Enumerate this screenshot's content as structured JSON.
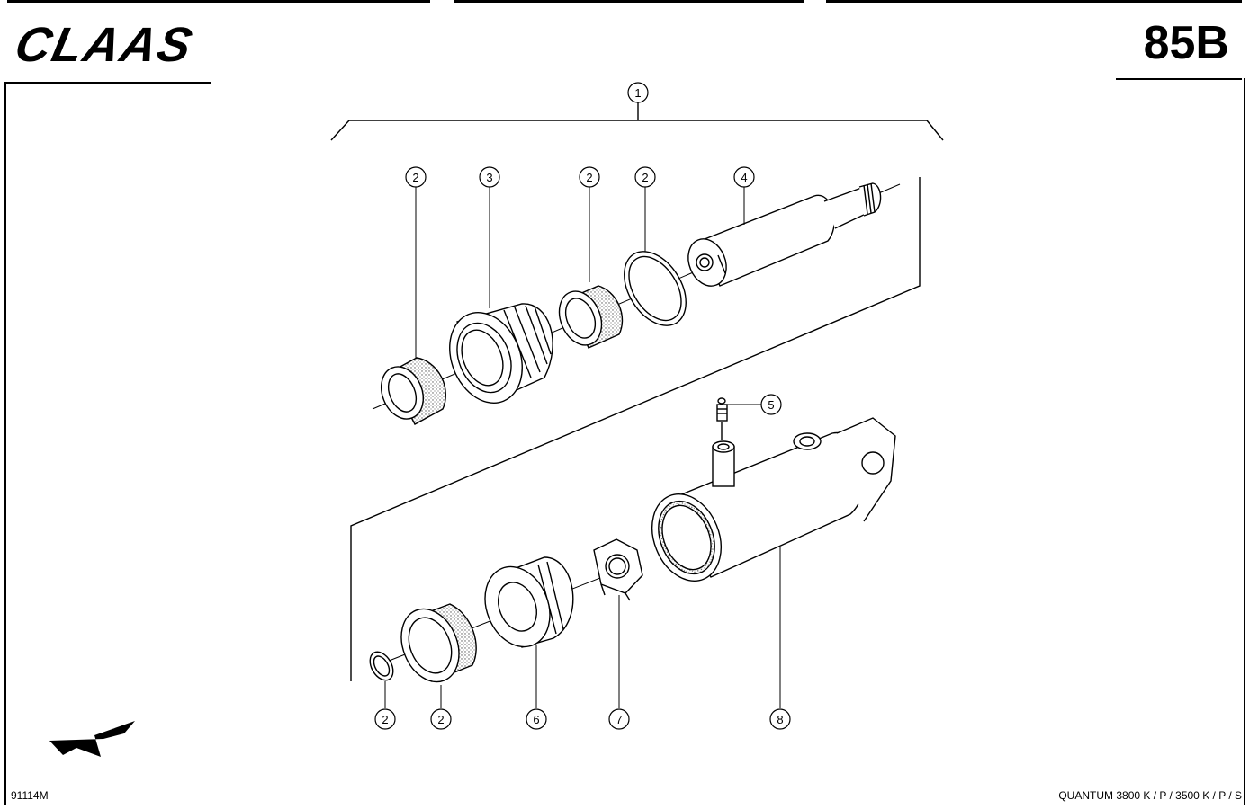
{
  "header": {
    "brand": "CLAAS",
    "page_number": "85B"
  },
  "footer": {
    "drawing_number": "91114M",
    "model": "QUANTUM 3800 K / P / 3500 K / P / S"
  },
  "callouts": {
    "c1": "1",
    "c2a": "2",
    "c3": "3",
    "c2b": "2",
    "c2c": "2",
    "c4": "4",
    "c5": "5",
    "c2d": "2",
    "c2e": "2",
    "c6": "6",
    "c7": "7",
    "c8": "8"
  },
  "colors": {
    "ink": "#000000",
    "paper": "#ffffff",
    "stipple": "#cccccc"
  },
  "icons": {
    "direction": "arrow-down-left-icon"
  }
}
